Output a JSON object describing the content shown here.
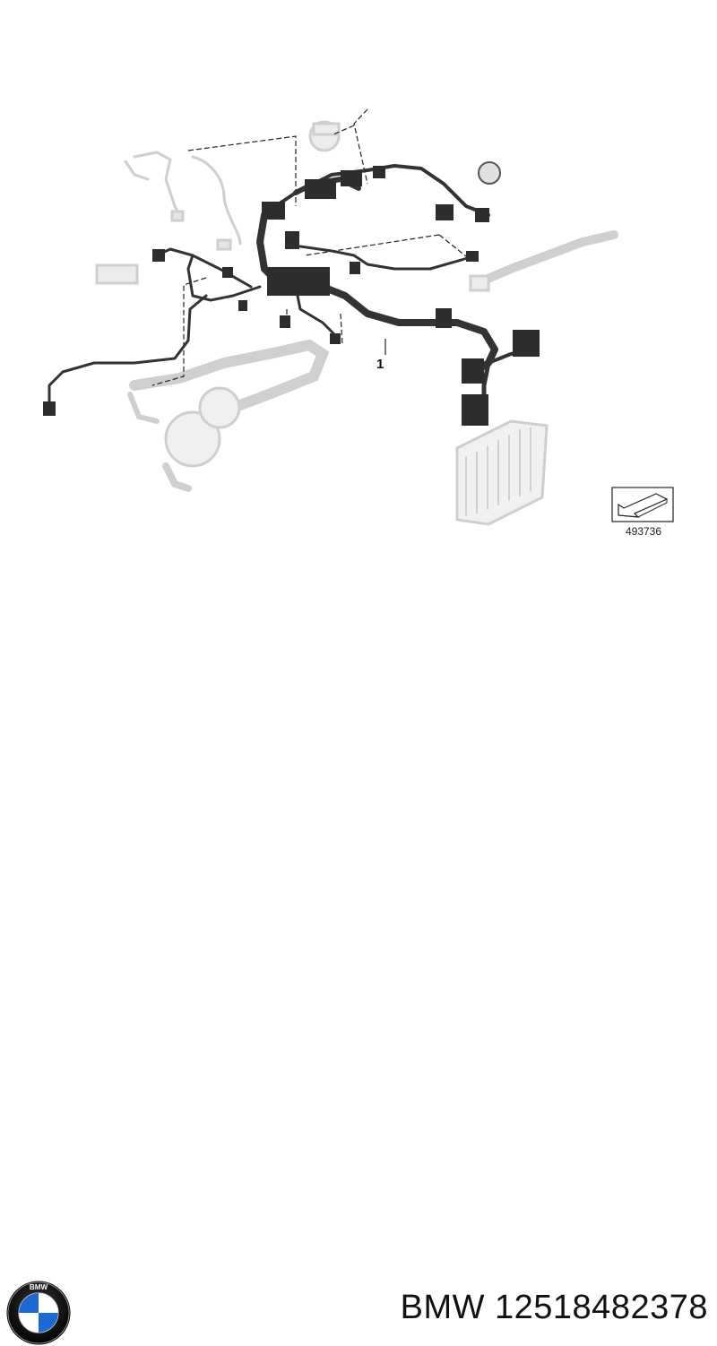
{
  "diagram": {
    "callout_label": "1",
    "reference_number": "493736"
  },
  "footer": {
    "logo_text": "BMW",
    "caption": "BMW 12518482378"
  },
  "colors": {
    "harness": "#333333",
    "ghost_parts": "#cfcfcf",
    "leader_lines": "#222222",
    "logo_blue": "#1c69d4",
    "logo_black": "#111111"
  }
}
